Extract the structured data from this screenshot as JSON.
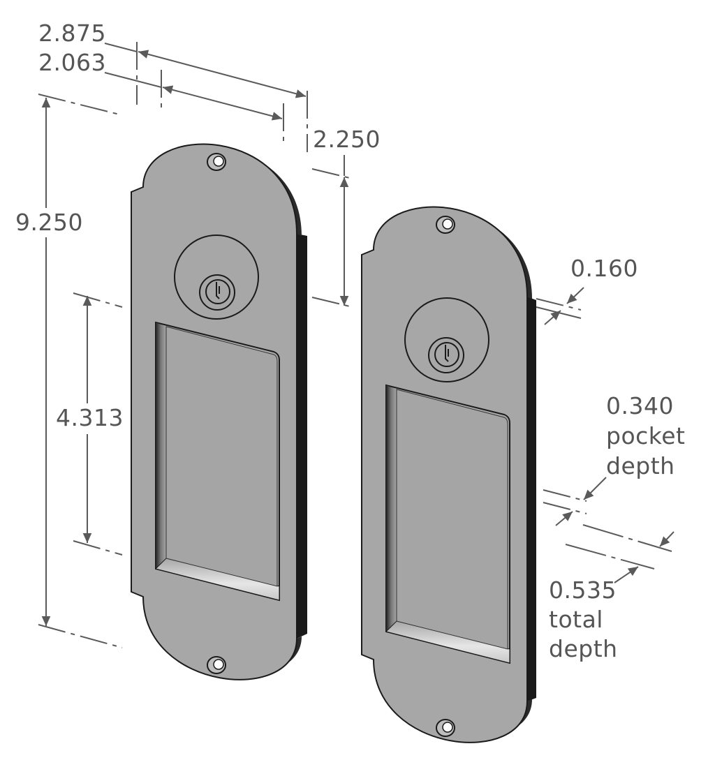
{
  "dimensions": {
    "overall_width": "2.875",
    "inner_width": "2.063",
    "top_to_lock": "2.250",
    "overall_height": "9.250",
    "pocket_height": "4.313",
    "plate_thickness": "0.160",
    "pocket_depth_value": "0.340",
    "pocket_depth_label_1": "pocket",
    "pocket_depth_label_2": "depth",
    "total_depth_value": "0.535",
    "total_depth_label_1": "total",
    "total_depth_label_2": "depth"
  },
  "colors": {
    "plate": "#a7a7a7",
    "edge": "#1a1a1a",
    "dimension": "#5a5a5a"
  }
}
